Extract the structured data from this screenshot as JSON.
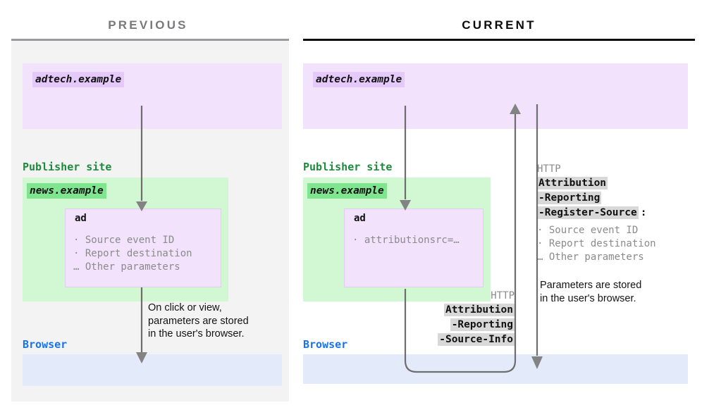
{
  "panels": {
    "previous": {
      "title": "PREVIOUS",
      "adtech": {
        "badge": "adtech.example"
      },
      "publisher": {
        "label": "Publisher site",
        "badge": "news.example"
      },
      "ad": {
        "title": "ad",
        "items": [
          "· Source event ID",
          "· Report destination",
          "… Other parameters"
        ]
      },
      "browser": {
        "label": "Browser"
      },
      "note": "On click or view,\nparameters are stored\nin the user's browser."
    },
    "current": {
      "title": "CURRENT",
      "adtech": {
        "badge": "adtech.example"
      },
      "publisher": {
        "label": "Publisher site",
        "badge": "news.example"
      },
      "ad": {
        "title": "ad",
        "items": [
          "· attributionsrc=…"
        ]
      },
      "browser": {
        "label": "Browser"
      },
      "request_http": {
        "protocol": "HTTP",
        "header_lines": [
          "Attribution",
          "-Reporting",
          "-Source-Info"
        ]
      },
      "response_http": {
        "protocol": "HTTP",
        "header_lines": [
          "Attribution",
          "-Reporting",
          "-Register-Source"
        ],
        "colon": ":",
        "items": [
          "· Source event ID",
          "· Report destination",
          "… Other parameters"
        ]
      },
      "note": "Parameters are stored\nin the user's browser."
    }
  },
  "colors": {
    "adtech_panel": "#f2e2fc",
    "adtech_badge": "#e6c9fb",
    "publisher_panel": "#d2f8d3",
    "publisher_badge": "#7fe68f",
    "publisher_label": "#1e8a3c",
    "browser_panel": "#e3ebfb",
    "browser_label": "#1a73e8",
    "arrow": "#6e6e6e",
    "highlight": "#d8d8d8",
    "panel_bg": "#f3f3f3",
    "title_prev": "#78797c",
    "title_curr": "#0b0b0b"
  }
}
